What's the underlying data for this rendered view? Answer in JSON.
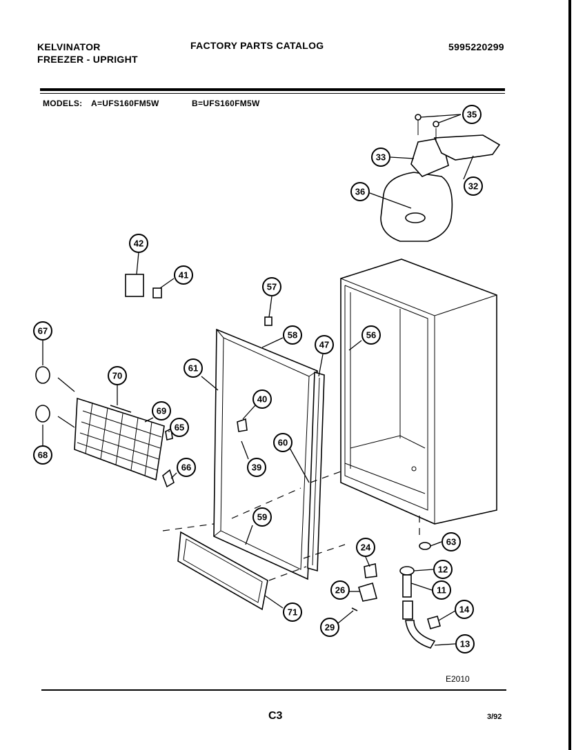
{
  "header": {
    "brand": "KELVINATOR",
    "product": "FREEZER - UPRIGHT",
    "catalog_title": "FACTORY PARTS CATALOG",
    "catalog_number": "5995220299"
  },
  "models": {
    "label": "MODELS:",
    "model_a": "A=UFS160FM5W",
    "model_b": "B=UFS160FM5W"
  },
  "callouts": [
    "35",
    "33",
    "32",
    "36",
    "42",
    "41",
    "57",
    "58",
    "47",
    "56",
    "67",
    "61",
    "70",
    "69",
    "40",
    "65",
    "68",
    "60",
    "39",
    "66",
    "59",
    "24",
    "63",
    "12",
    "11",
    "26",
    "14",
    "29",
    "13",
    "71"
  ],
  "footer": {
    "diagram_code": "E2010",
    "page_code": "C3",
    "date": "3/92"
  }
}
